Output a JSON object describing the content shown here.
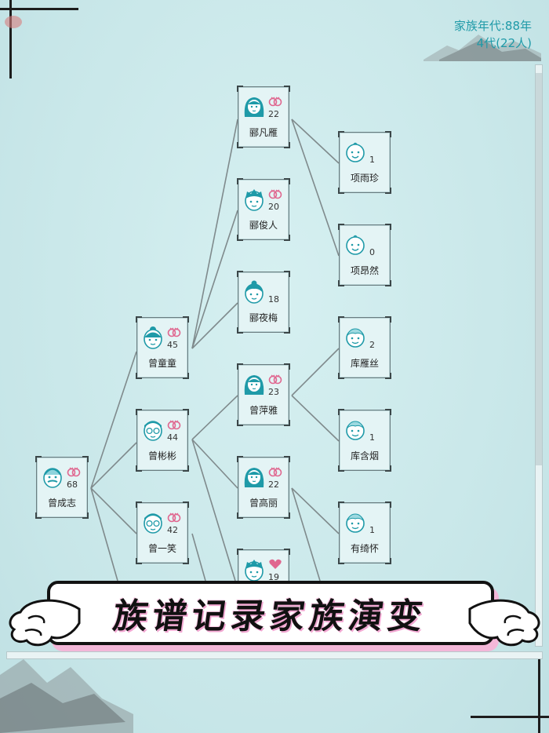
{
  "family_info": {
    "line1": "家族年代:88年",
    "line2": "4代(22人)"
  },
  "banner": {
    "text": "族谱记录家族演变"
  },
  "members": [
    {
      "id": "m0",
      "name": "曾成志",
      "age": "68",
      "avatar": "elder-man",
      "ring": "double-ring"
    },
    {
      "id": "m1",
      "name": "曾童童",
      "age": "45",
      "avatar": "woman-bun",
      "ring": "double-ring"
    },
    {
      "id": "m2",
      "name": "曾彬彬",
      "age": "44",
      "avatar": "man-glasses",
      "ring": "double-ring"
    },
    {
      "id": "m3",
      "name": "曾一笑",
      "age": "42",
      "avatar": "man-glasses",
      "ring": "double-ring"
    },
    {
      "id": "m4",
      "name": "郦凡雁",
      "age": "22",
      "avatar": "woman-long-hair",
      "ring": "double-ring"
    },
    {
      "id": "m5",
      "name": "郦俊人",
      "age": "20",
      "avatar": "young-man",
      "ring": "double-ring"
    },
    {
      "id": "m6",
      "name": "郦夜梅",
      "age": "18",
      "avatar": "girl",
      "ring": "none"
    },
    {
      "id": "m7",
      "name": "曾萍雅",
      "age": "23",
      "avatar": "woman-long-hair",
      "ring": "double-ring"
    },
    {
      "id": "m8",
      "name": "曾高丽",
      "age": "22",
      "avatar": "woman-long-hair",
      "ring": "double-ring"
    },
    {
      "id": "m9",
      "name": "",
      "age": "19",
      "avatar": "young-man",
      "ring": "heart"
    },
    {
      "id": "m10",
      "name": "项雨珍",
      "age": "1",
      "avatar": "baby",
      "ring": "none"
    },
    {
      "id": "m11",
      "name": "项昂然",
      "age": "0",
      "avatar": "baby",
      "ring": "none"
    },
    {
      "id": "m12",
      "name": "库雁丝",
      "age": "2",
      "avatar": "toddler",
      "ring": "none"
    },
    {
      "id": "m13",
      "name": "库含烟",
      "age": "1",
      "avatar": "toddler",
      "ring": "none"
    },
    {
      "id": "m14",
      "name": "有绮怀",
      "age": "1",
      "avatar": "toddler",
      "ring": "none"
    }
  ],
  "colors": {
    "accent": "#1f9aa8",
    "ring": "#e0668f",
    "banner_shadow": "#f2a7d2"
  }
}
